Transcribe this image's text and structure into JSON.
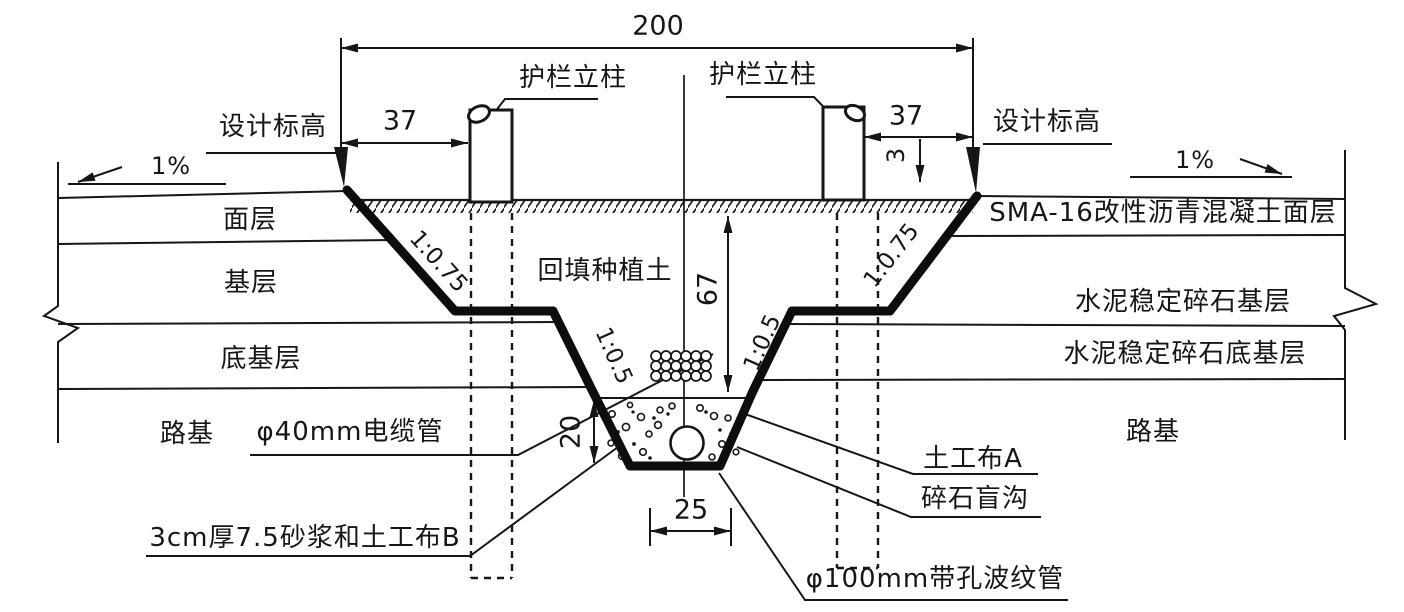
{
  "labels": {
    "dim_width_top": "200",
    "guardrail_post_left": "护栏立柱",
    "guardrail_post_right": "护栏立柱",
    "design_elevation_left": "设计标高",
    "design_elevation_right": "设计标高",
    "offset_left": "37",
    "offset_right": "37",
    "drop": "3",
    "cross_slope_left": "1%",
    "cross_slope_right": "1%",
    "surface_course": "面层",
    "base_course": "基层",
    "subbase_course": "底基层",
    "roadbed_left": "路基",
    "backfill_soil": "回填种植土",
    "slope_outer_left": "1:0.75",
    "slope_inner_left": "1:0.5",
    "slope_inner_right": "1:0.5",
    "slope_outer_right": "1:0.75",
    "sma_surface": "SMA-16改性沥青混凝土面层",
    "cement_base": "水泥稳定碎石基层",
    "cement_subbase": "水泥稳定碎石底基层",
    "roadbed_right": "路基",
    "depth_to_gravel": "67",
    "trench_depth": "20",
    "trench_width": "25",
    "cable_duct": "φ40mm电缆管",
    "mortar_geotextile_b": "3cm厚7.5砂浆和土工布B",
    "geotextile_a": "土工布A",
    "gravel_blind_ditch": "碎石盲沟",
    "perforated_pipe": "φ100mm带孔波纹管"
  },
  "colors": {
    "ink": "#161616",
    "background": "#ffffff"
  }
}
